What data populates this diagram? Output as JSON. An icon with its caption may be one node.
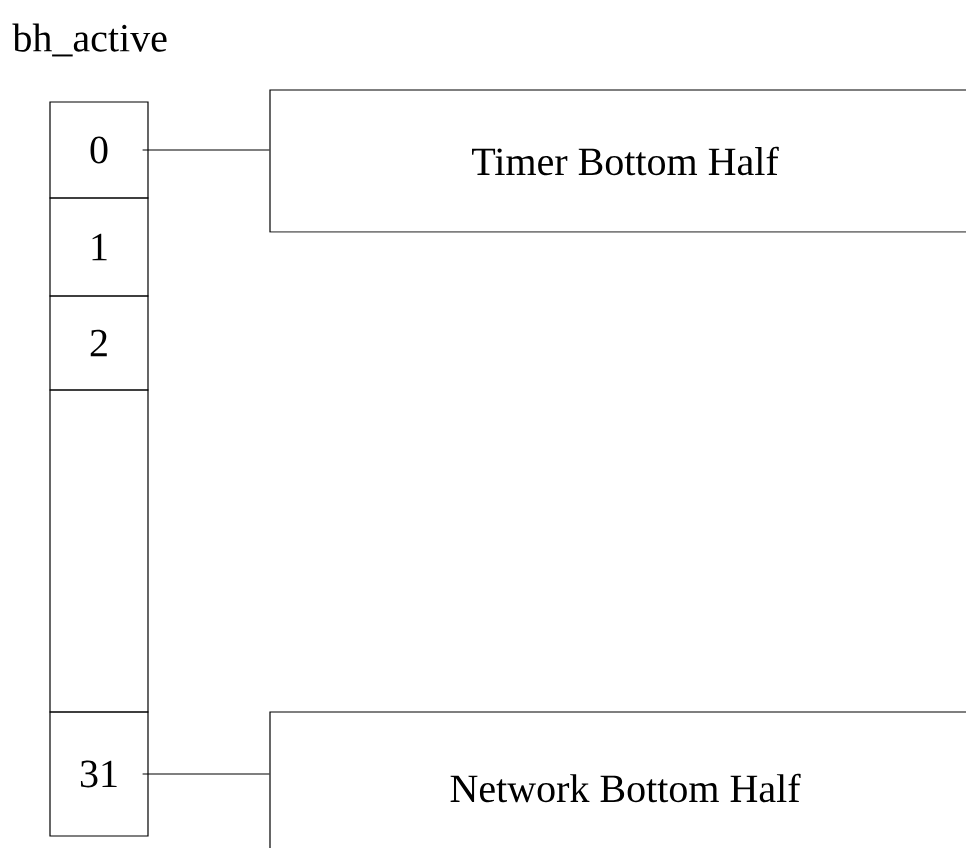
{
  "diagram": {
    "nodes": [
      {
        "text": [
          "0"
        ]
      },
      {
        "text": [
          "1"
        ]
      },
      {
        "text": [
          "2"
        ]
      },
      {
        "text": [],
        "shape": "box"
      },
      {
        "text": [
          "31"
        ]
      },
      {
        "text": [
          "Timer Bottom Half"
        ]
      },
      {
        "text": [
          "Network Bottom Half"
        ]
      }
    ],
    "edges": [
      {
        "from": 0,
        "to": 5,
        "arrow": "none"
      },
      {
        "from": 4,
        "to": 6,
        "arrow": "none"
      }
    ],
    "labels": [
      "bh_active"
    ]
  }
}
